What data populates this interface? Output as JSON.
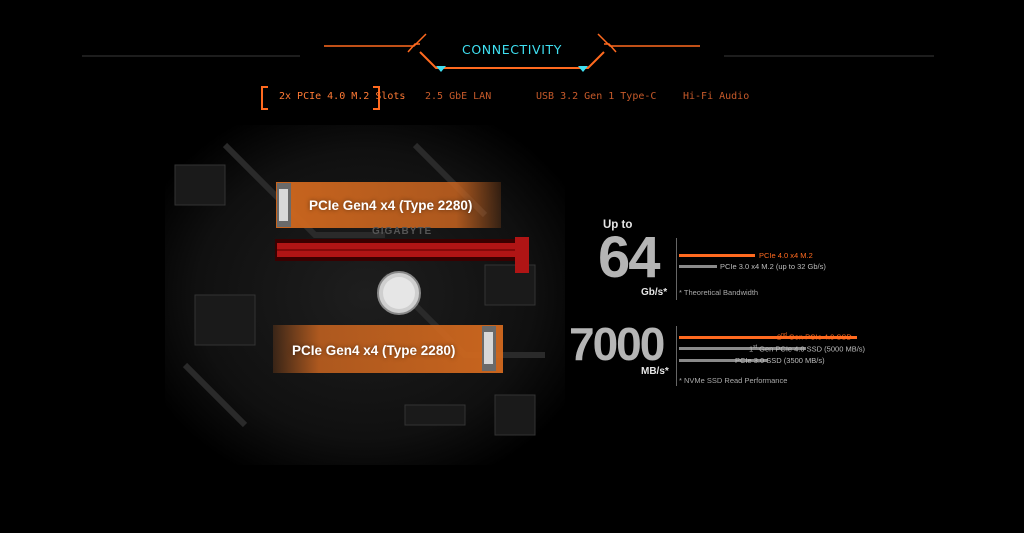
{
  "header": {
    "title": "CONNECTIVITY"
  },
  "tabs": [
    {
      "label": "2x PCIe 4.0 M.2 Slots",
      "active": true
    },
    {
      "label": "2.5 GbE LAN",
      "active": false
    },
    {
      "label": "USB 3.2 Gen 1 Type-C",
      "active": false
    },
    {
      "label": "Hi-Fi Audio",
      "active": false
    }
  ],
  "board": {
    "brand": "GIGABYTE",
    "slot_top_label": "PCIe Gen4 x4 (Type 2280)",
    "slot_bottom_label": "PCIe Gen4 x4 (Type 2280)"
  },
  "bandwidth": {
    "prefix": "Up to",
    "value": "64",
    "unit": "Gb/s*",
    "bars": [
      {
        "label": "PCIe 4.0 x4 M.2",
        "color": "orange",
        "level": 1.0
      },
      {
        "label": "PCIe 3.0 x4 M.2 (up to 32 Gb/s)",
        "color": "gray",
        "level": 0.5
      }
    ],
    "note": "* Theoretical Bandwidth"
  },
  "ssd": {
    "value": "7000",
    "unit": "MB/s*",
    "bars": [
      {
        "label_sup": "nd",
        "label_pre": "2",
        "label_post": " Gen PCIe 4.0 SSD",
        "color": "orange",
        "level": 1.0
      },
      {
        "label_sup": "st",
        "label_pre": "1",
        "label_post": " Gen PCIe 4.0 SSD (5000 MB/s)",
        "color": "gray",
        "level": 0.714
      },
      {
        "label": "PCIe 3.0 SSD (3500 MB/s)",
        "color": "gray",
        "level": 0.5
      }
    ],
    "note": "* NVMe SSD Read Performance"
  },
  "colors": {
    "accent": "#ff6a1f",
    "title": "#3fe0f2",
    "gray": "#8a8a8a"
  }
}
